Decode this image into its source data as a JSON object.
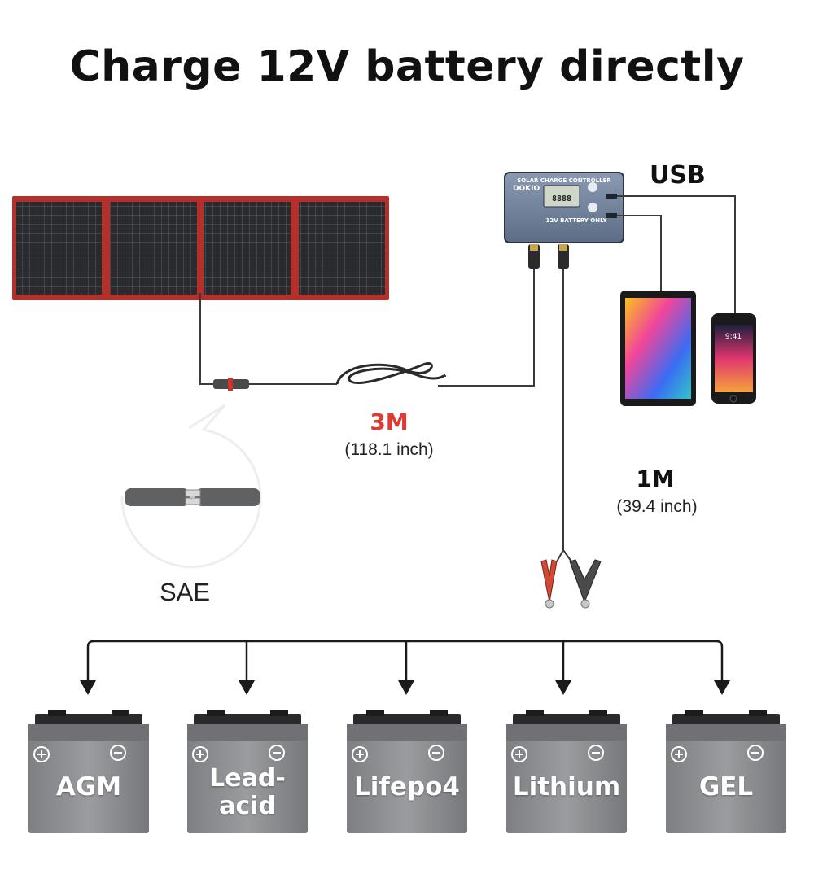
{
  "title": "Charge 12V battery directly",
  "labels": {
    "usb": "USB",
    "cable_3m": "3M",
    "cable_3m_inch": "(118.1 inch)",
    "cable_1m": "1M",
    "cable_1m_inch": "(39.4 inch)",
    "sae": "SAE"
  },
  "controller": {
    "header": "SOLAR CHARGE CONTROLLER",
    "brand": "DOKIO",
    "screen": "8888",
    "battery_note": "12V BATTERY ONLY"
  },
  "phone": {
    "time": "9:41"
  },
  "batteries": [
    {
      "label": "AGM"
    },
    {
      "label": "Lead-\nacid"
    },
    {
      "label": "Lifepo4"
    },
    {
      "label": "Lithium"
    },
    {
      "label": "GEL"
    }
  ],
  "colors": {
    "accent_red": "#e03a32",
    "panel_frame": "#c9352c",
    "battery_gray": "#8a8c8f",
    "controller_blue": "#6e7f99"
  }
}
